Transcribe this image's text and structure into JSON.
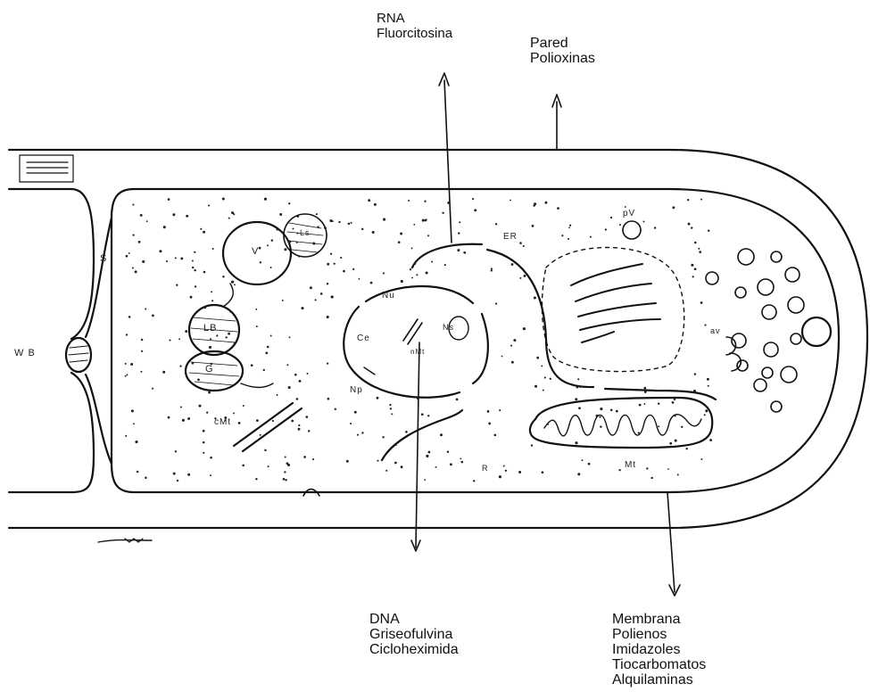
{
  "annotations": {
    "rna": {
      "lines": [
        "RNA",
        "Fluorcitosina"
      ]
    },
    "wall": {
      "lines": [
        "Pared",
        "Polioxinas"
      ]
    },
    "dna": {
      "lines": [
        "DNA",
        "Griseofulvina",
        "Cicloheximida"
      ]
    },
    "membrane": {
      "lines": [
        "Membrana",
        "Polienos",
        "Imidazoles",
        "Tiocarbomatos",
        "Alquilaminas"
      ]
    }
  },
  "organelle_labels": {
    "s": "S",
    "wb": "W B",
    "v": "V",
    "ls": "Ls",
    "lb": "LB",
    "g": "G",
    "cmt": "cMt",
    "nu": "Nu",
    "ns": "Ns",
    "ce": "Ce",
    "np": "Np",
    "nmt": "nMt",
    "er": "ER",
    "pv": "pV",
    "av": "av",
    "mt": "Mt",
    "r": "R"
  },
  "colors": {
    "ink": "#111111",
    "background": "#ffffff"
  }
}
